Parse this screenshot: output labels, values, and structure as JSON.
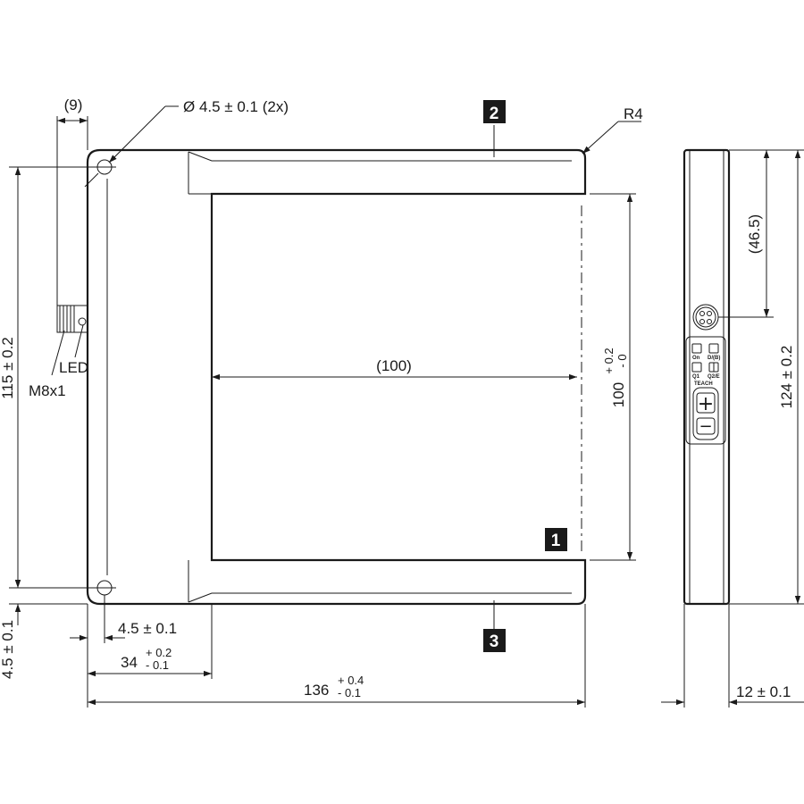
{
  "front_view": {
    "hole_label": "Ø 4.5 ± 0.1 (2x)",
    "connector_offset": "(9)",
    "radius_label": "R4",
    "led_label": "LED",
    "connector_label": "M8x1",
    "total_height": "115 ± 0.2",
    "inner_width": "(100)",
    "fork_gap": {
      "main": "100",
      "upper": "+ 0.2",
      "lower": "- 0"
    },
    "hole_offset_x": "4.5 ± 0.1",
    "hole_offset_y": "4.5 ± 0.1",
    "base_width": {
      "main": "34",
      "upper": "+ 0.2",
      "lower": "- 0.1"
    },
    "total_width": {
      "main": "136",
      "upper": "+ 0.4",
      "lower": "- 0.1"
    },
    "markers": [
      "1",
      "2",
      "3"
    ]
  },
  "side_view": {
    "connector_height": "(46.5)",
    "total_height": "124 ± 0.2",
    "thickness": "12 ± 0.1",
    "panel_labels": [
      "On",
      "D/(B)",
      "Q1",
      "Q2/E"
    ],
    "teach_label": "TEACH",
    "plus_symbol": "+",
    "minus_symbol": "−"
  }
}
